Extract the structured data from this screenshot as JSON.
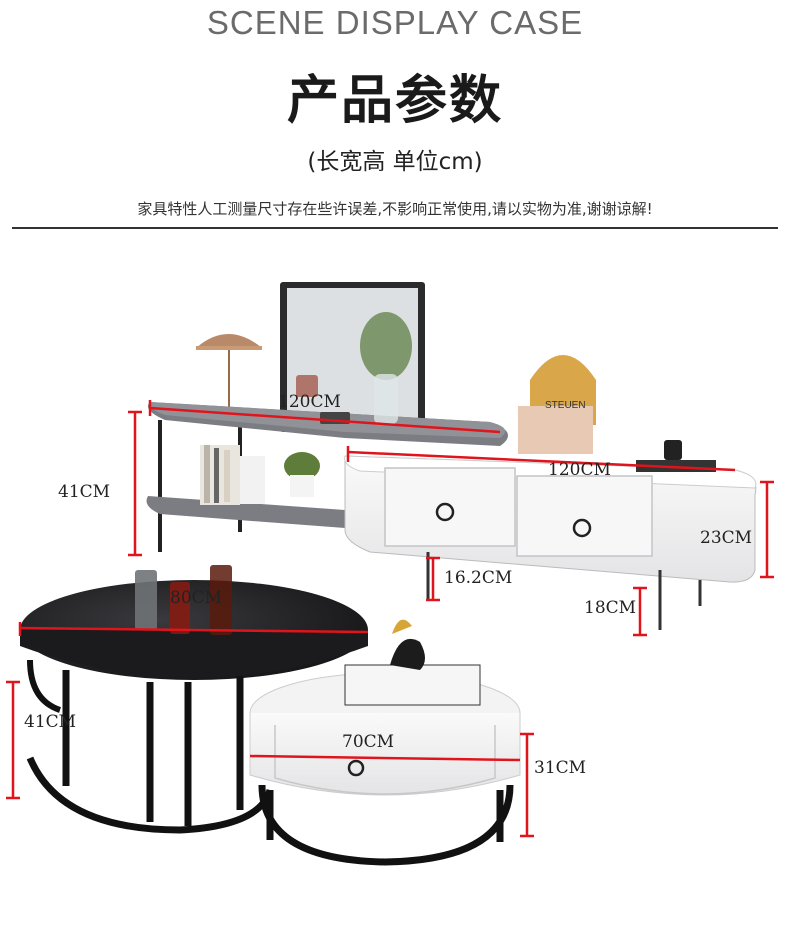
{
  "header": {
    "title_en": "SCENE DISPLAY CASE",
    "title_cn": "产品参数",
    "units": "(长宽高 单位cm)",
    "note": "家具特性人工测量尺寸存在些许误差,不影响正常使用,请以实物为准,谢谢谅解!"
  },
  "dimensions": {
    "shelf_width": "120CM",
    "shelf_height": "41CM",
    "cabinet_width": "120CM",
    "cabinet_height": "23CM",
    "cabinet_leg_gap": "16.2CM",
    "cabinet_leg_height": "18CM",
    "big_table_diameter": "80CM",
    "big_table_height": "41CM",
    "small_table_diameter": "70CM",
    "small_table_height": "31CM"
  },
  "props": {
    "box_label": "STEUEN"
  },
  "colors": {
    "measure_line": "#e0141c",
    "marble_black": "#1b1b1d",
    "shelf_grey": "#7b7d82",
    "cabinet_white": "#f4f4f4"
  }
}
